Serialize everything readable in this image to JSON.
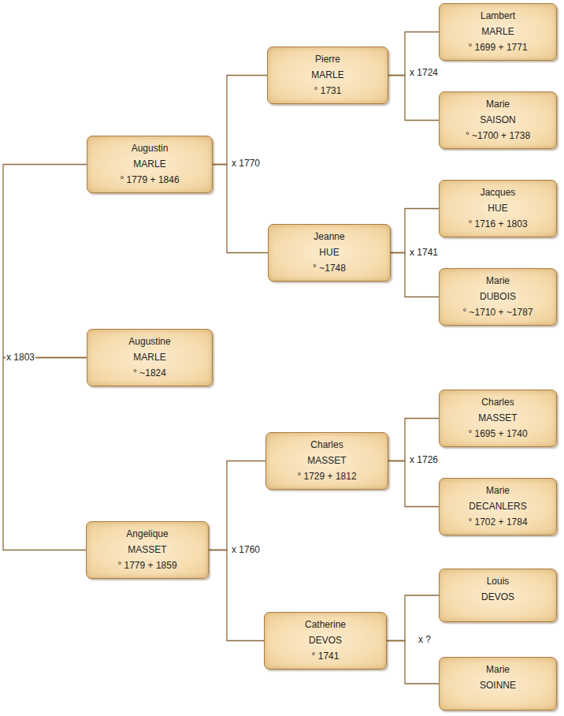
{
  "diagram": {
    "nodes": [
      {
        "text": [
          "Augustin",
          "MARLE",
          "° 1779 + 1846"
        ]
      },
      {
        "text": [
          "Augustine",
          "MARLE",
          "° ~1824"
        ]
      },
      {
        "text": [
          "Angelique",
          "MASSET",
          "° 1779 + 1859"
        ]
      },
      {
        "text": [
          "Pierre",
          "MARLE",
          "° 1731"
        ]
      },
      {
        "text": [
          "Jeanne",
          "HUE",
          "° ~1748"
        ]
      },
      {
        "text": [
          "Charles",
          "MASSET",
          "° 1729 + 1812"
        ]
      },
      {
        "text": [
          "Catherine",
          "DEVOS",
          "° 1741"
        ]
      },
      {
        "text": [
          "Lambert",
          "MARLE",
          "° 1699 + 1771"
        ]
      },
      {
        "text": [
          "Marie",
          "SAISON",
          "° ~1700 + 1738"
        ]
      },
      {
        "text": [
          "Jacques",
          "HUE",
          "° 1716 + 1803"
        ]
      },
      {
        "text": [
          "Marie",
          "DUBOIS",
          "° ~1710 + ~1787"
        ]
      },
      {
        "text": [
          "Charles",
          "MASSET",
          "° 1695 + 1740"
        ]
      },
      {
        "text": [
          "Marie",
          "DECANLERS",
          "° 1702 + 1784"
        ]
      },
      {
        "text": [
          "Louis",
          "DEVOS"
        ]
      },
      {
        "text": [
          "Marie",
          "SOINNE"
        ]
      }
    ],
    "edges": [
      {
        "from": 0,
        "to": 1,
        "arrow": "none"
      },
      {
        "from": 2,
        "to": 1,
        "arrow": "none"
      },
      {
        "from": 3,
        "to": 0,
        "arrow": "none"
      },
      {
        "from": 4,
        "to": 0,
        "arrow": "none"
      },
      {
        "from": 5,
        "to": 2,
        "arrow": "none"
      },
      {
        "from": 6,
        "to": 2,
        "arrow": "none"
      },
      {
        "from": 7,
        "to": 3,
        "arrow": "none"
      },
      {
        "from": 8,
        "to": 3,
        "arrow": "none"
      },
      {
        "from": 9,
        "to": 4,
        "arrow": "none"
      },
      {
        "from": 10,
        "to": 4,
        "arrow": "none"
      },
      {
        "from": 11,
        "to": 5,
        "arrow": "none"
      },
      {
        "from": 12,
        "to": 5,
        "arrow": "none"
      },
      {
        "from": 13,
        "to": 6,
        "arrow": "none"
      },
      {
        "from": 14,
        "to": 6,
        "arrow": "none"
      }
    ],
    "labels": [
      "x 1803",
      "x 1770",
      "x 1724",
      "x 1741",
      "x 1760",
      "x 1726",
      "x ?"
    ]
  }
}
